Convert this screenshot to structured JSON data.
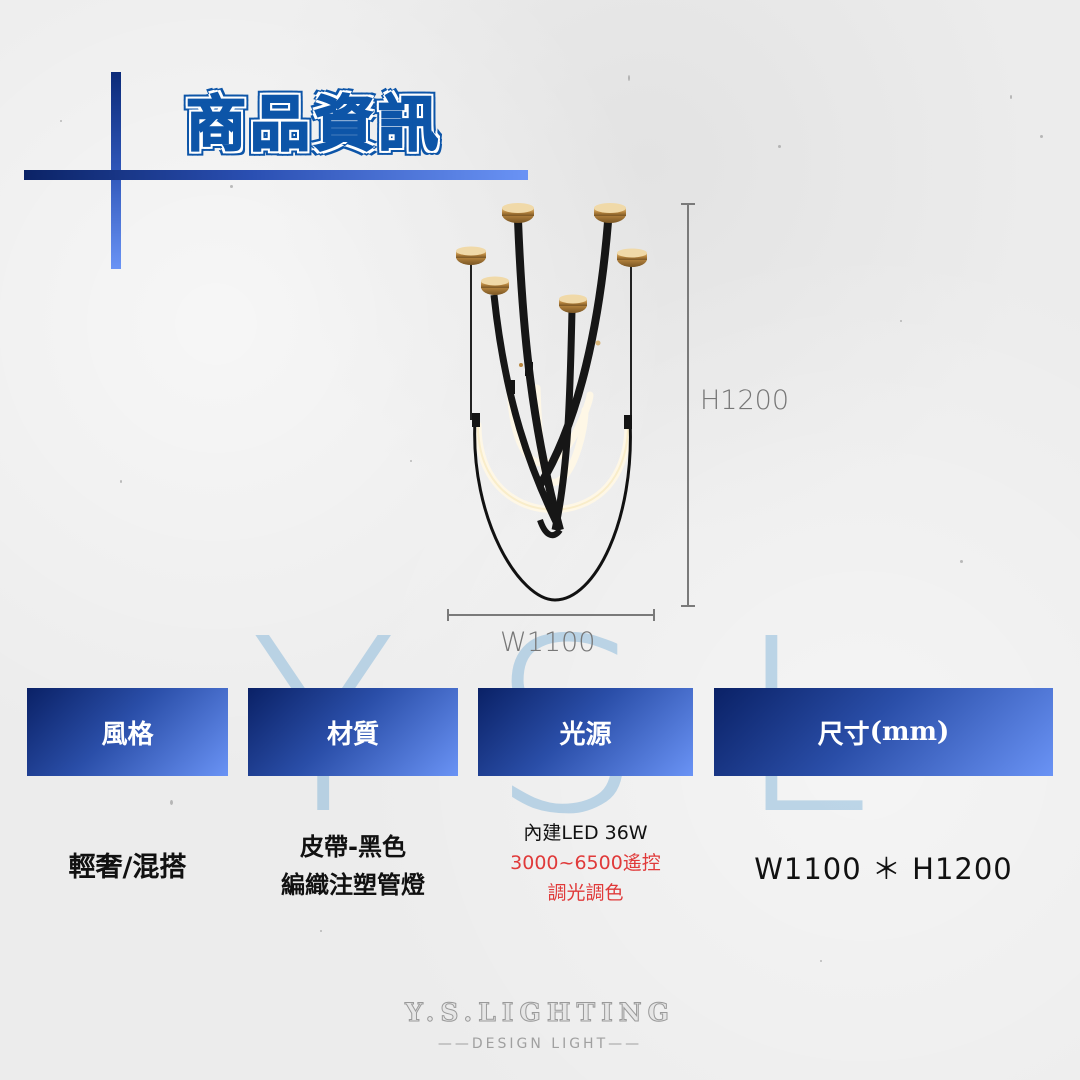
{
  "header": {
    "title": "商品資訊",
    "accent_colors": {
      "dark": "#0a2166",
      "light": "#6a93f5",
      "title": "#0d55a8"
    }
  },
  "watermark": {
    "letters": [
      "Y",
      "S",
      "L"
    ]
  },
  "product_image": {
    "icon": "pendant-lamp-illustration",
    "dimensions": {
      "height_label": "H1200",
      "width_label": "W1100"
    }
  },
  "specs": {
    "headers": [
      "風格",
      "材質",
      "光源",
      "尺寸(mm)"
    ],
    "size_header": {
      "main": "尺寸",
      "unit": "(mm)"
    },
    "style": "輕奢/混搭",
    "material": {
      "line1": "皮帶-黑色",
      "line2": "編織注塑管燈"
    },
    "light_source": {
      "line1": "內建LED 36W",
      "line2": "3000~6500遙控",
      "line3": "調光調色",
      "highlight_color": "#e03a3a"
    },
    "size": "W1100 ＊ H1200"
  },
  "brand": {
    "name": "Y.S.LIGHTING",
    "tagline": "——DESIGN LIGHT——"
  }
}
